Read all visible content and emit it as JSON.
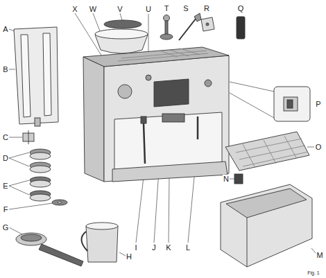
{
  "diagram": {
    "labels": [
      "X",
      "W",
      "V",
      "U",
      "T",
      "S",
      "R",
      "Q",
      "A",
      "B",
      "C",
      "D",
      "E",
      "F",
      "G",
      "P",
      "O",
      "N",
      "M",
      "H",
      "I",
      "J",
      "K",
      "L",
      "Fig. 1"
    ]
  }
}
